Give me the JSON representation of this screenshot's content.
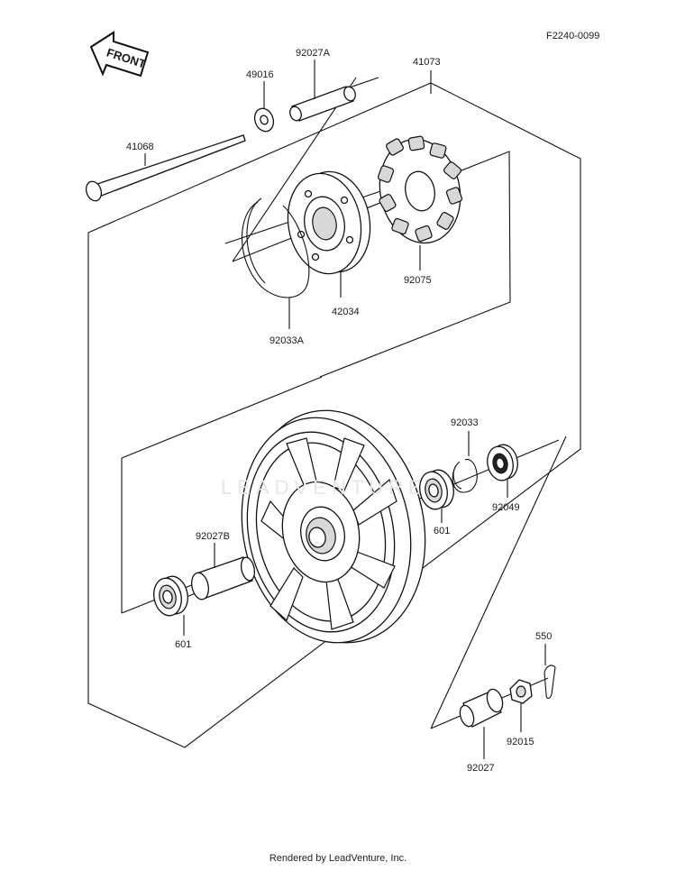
{
  "figure_code": "F2240-0099",
  "front_label": "FRONT",
  "watermark": "LEADVENTURE",
  "footer": "Rendered by LeadVenture, Inc.",
  "parts": [
    {
      "id": "41068",
      "label": "41068"
    },
    {
      "id": "49016",
      "label": "49016"
    },
    {
      "id": "92027A",
      "label": "92027A"
    },
    {
      "id": "41073",
      "label": "41073"
    },
    {
      "id": "42034",
      "label": "42034"
    },
    {
      "id": "92075",
      "label": "92075"
    },
    {
      "id": "92033A",
      "label": "92033A"
    },
    {
      "id": "92033",
      "label": "92033"
    },
    {
      "id": "92049",
      "label": "92049"
    },
    {
      "id": "601-right",
      "label": "601"
    },
    {
      "id": "92027B",
      "label": "92027B"
    },
    {
      "id": "601-left",
      "label": "601"
    },
    {
      "id": "550",
      "label": "550"
    },
    {
      "id": "92015",
      "label": "92015"
    },
    {
      "id": "92027",
      "label": "92027"
    }
  ]
}
